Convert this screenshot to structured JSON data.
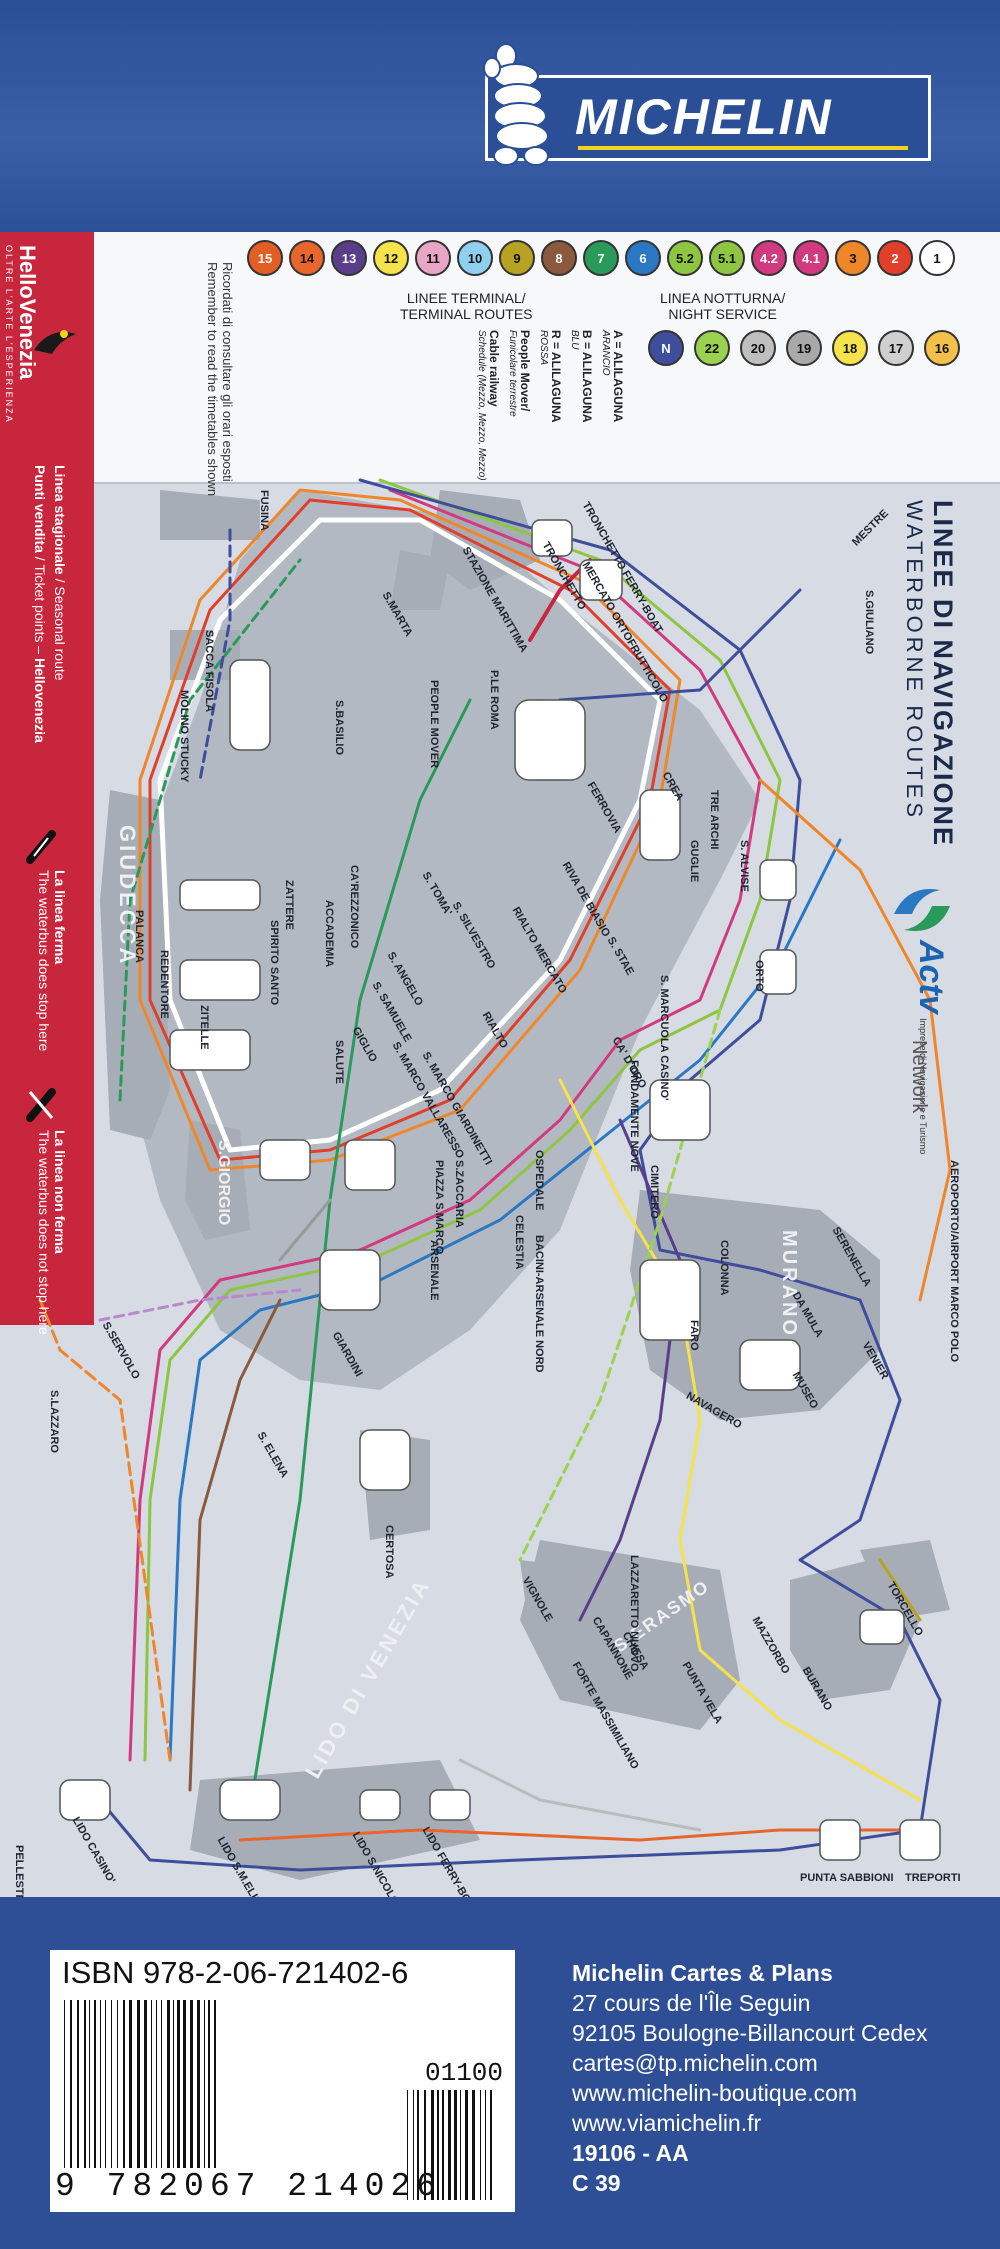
{
  "brand": {
    "name": "MICHELIN"
  },
  "map": {
    "title": "LINEE DI NAVIGAZIONE",
    "subtitle": "WATERBORNE ROUTES",
    "operator": "Actv",
    "operator_suffix": "Network",
    "operator_tagline": "Imprese di Navigazione e Turismo",
    "reminder_it": "Ricordati di consultare gli orari esposti",
    "reminder_en": "Remember to read the timetables shown",
    "terminal_label_it": "LINEE TERMINAL/",
    "terminal_label_en": "TERMINAL ROUTES",
    "night_label_it": "LINEA NOTTURNA/",
    "night_label_en": "NIGHT SERVICE",
    "line_badges_row1": [
      {
        "label": "1",
        "color": "#ffffff",
        "text": "#111111"
      },
      {
        "label": "2",
        "color": "#e0402a",
        "text": "#ffffff"
      },
      {
        "label": "3",
        "color": "#f0862a",
        "text": "#111111"
      },
      {
        "label": "4.1",
        "color": "#d13a7f",
        "text": "#ffffff"
      },
      {
        "label": "4.2",
        "color": "#d13a7f",
        "text": "#ffffff"
      },
      {
        "label": "5.1",
        "color": "#8ec641",
        "text": "#111111"
      },
      {
        "label": "5.2",
        "color": "#8ec641",
        "text": "#111111"
      },
      {
        "label": "6",
        "color": "#2b78c2",
        "text": "#ffffff"
      },
      {
        "label": "7",
        "color": "#2a9a5a",
        "text": "#ffffff"
      },
      {
        "label": "8",
        "color": "#8b5a3c",
        "text": "#ffffff"
      },
      {
        "label": "9",
        "color": "#b7a321",
        "text": "#111111"
      },
      {
        "label": "10",
        "color": "#8fd0ef",
        "text": "#111111"
      },
      {
        "label": "11",
        "color": "#e7a6c5",
        "text": "#111111"
      },
      {
        "label": "12",
        "color": "#f6e24b",
        "text": "#111111"
      },
      {
        "label": "13",
        "color": "#5a3e8c",
        "text": "#ffffff"
      },
      {
        "label": "14",
        "color": "#e8662c",
        "text": "#111111"
      },
      {
        "label": "15",
        "color": "#e35e24",
        "text": "#ffffff"
      }
    ],
    "line_badges_row2": [
      {
        "label": "16",
        "color": "#f3c14a",
        "text": "#111111"
      },
      {
        "label": "17",
        "color": "#cfcfcf",
        "text": "#111111"
      },
      {
        "label": "18",
        "color": "#f6e24b",
        "text": "#111111"
      },
      {
        "label": "19",
        "color": "#a9a9a9",
        "text": "#111111"
      },
      {
        "label": "20",
        "color": "#bfbfbf",
        "text": "#111111"
      },
      {
        "label": "22",
        "color": "#9bd24f",
        "text": "#111111"
      },
      {
        "label": "N",
        "color": "#3e4e9c",
        "text": "#ffffff"
      }
    ],
    "terminal_routes": [
      {
        "code": "A",
        "label": "A = ALILAGUNA",
        "sub": "ARANCIO"
      },
      {
        "code": "B",
        "label": "B = ALILAGUNA",
        "sub": "BLU"
      },
      {
        "code": "R",
        "label": "R = ALILAGUNA",
        "sub": "ROSSA"
      },
      {
        "code": "PM",
        "label": "People Mover/",
        "sub": "Funicolare terrestre"
      },
      {
        "code": "",
        "label": "Cable railway",
        "sub": "Schedule (Mezzo, Mezzo, Mezzo)"
      }
    ],
    "side_strip": {
      "brand": "HelloVenezia",
      "brand_sub": "OLTRE L'ARTE L'ESPERIENZA",
      "seasonal_it": "Linea stagionale",
      "seasonal_en": "Seasonal route",
      "points_it": "Punti vendita",
      "points_en": "Ticket points",
      "points_brand": "Hellovenezia",
      "stop_it": "La linea ferma",
      "stop_en": "The waterbus does stop here",
      "nostop_it": "La linea non ferma",
      "nostop_en": "The waterbus does not stop here"
    },
    "islands": [
      {
        "id": "giudecca",
        "label": "GIUDECCA"
      },
      {
        "id": "lido",
        "label": "LIDO DI VENEZIA"
      },
      {
        "id": "murano",
        "label": "MURANO"
      },
      {
        "id": "sgiorgio",
        "label": "S.GIORGIO"
      },
      {
        "id": "serasmo",
        "label": "S.ERASMO"
      }
    ],
    "stops": [
      {
        "id": "tronchetto-ferry",
        "label": "TRONCHETTO FERRY-BOAT"
      },
      {
        "id": "tronchetto",
        "label": "TRONCHETTO"
      },
      {
        "id": "mercato",
        "label": "MERCATO ORTOFRUTTICOLO"
      },
      {
        "id": "stazione",
        "label": "STAZIONE MARITTIMA"
      },
      {
        "id": "smarta",
        "label": "S.MARTA"
      },
      {
        "id": "mestre",
        "label": "MESTRE"
      },
      {
        "id": "sgiuliano",
        "label": "S.GIULIANO"
      },
      {
        "id": "fusina",
        "label": "FUSINA"
      },
      {
        "id": "sacca",
        "label": "SACCA FISOLA"
      },
      {
        "id": "molino",
        "label": "MOLINO STUCKY"
      },
      {
        "id": "sbasilio",
        "label": "S.BASILIO"
      },
      {
        "id": "proma",
        "label": "P.LE ROMA"
      },
      {
        "id": "people",
        "label": "PEOPLE MOVER"
      },
      {
        "id": "ferrovia",
        "label": "FERROVIA"
      },
      {
        "id": "crea",
        "label": "CREA"
      },
      {
        "id": "guglie",
        "label": "GUGLIE"
      },
      {
        "id": "tre-archi",
        "label": "TRE ARCHI"
      },
      {
        "id": "salvise",
        "label": "S. ALVISE"
      },
      {
        "id": "orto",
        "label": "ORTO"
      },
      {
        "id": "riva",
        "label": "RIVA DE BIASIO"
      },
      {
        "id": "sstae",
        "label": "S. STAE"
      },
      {
        "id": "smarcuola",
        "label": "S. MARCUOLA CASINO'"
      },
      {
        "id": "cadoro",
        "label": "CA' D'ORO"
      },
      {
        "id": "rialto-mercato",
        "label": "RIALTO MERCATO"
      },
      {
        "id": "rialto",
        "label": "RIALTO"
      },
      {
        "id": "stoma",
        "label": "S. TOMA'"
      },
      {
        "id": "ssilvestro",
        "label": "S. SILVESTRO"
      },
      {
        "id": "sangelo",
        "label": "S. ANGELO"
      },
      {
        "id": "ssamuele",
        "label": "S. SAMUELE"
      },
      {
        "id": "carezzonico",
        "label": "CA'REZZONICO"
      },
      {
        "id": "accademia",
        "label": "ACCADEMIA"
      },
      {
        "id": "zattere",
        "label": "ZATTERE"
      },
      {
        "id": "spirito",
        "label": "SPIRITO SANTO"
      },
      {
        "id": "salute",
        "label": "SALUTE"
      },
      {
        "id": "giglio",
        "label": "GIGLIO"
      },
      {
        "id": "smarco",
        "label": "S. MARCO VALLARESSO"
      },
      {
        "id": "giardinetti",
        "label": "S. MARCO GIARDINETTI"
      },
      {
        "id": "szaccaria",
        "label": "S.ZACCARIA"
      },
      {
        "id": "piazza",
        "label": "PIAZZA S.MARCO"
      },
      {
        "id": "arsenale",
        "label": "ARSENALE"
      },
      {
        "id": "palanca",
        "label": "PALANCA"
      },
      {
        "id": "redentore",
        "label": "REDENTORE"
      },
      {
        "id": "zitelle",
        "label": "ZITELLE"
      },
      {
        "id": "fondamente",
        "label": "FONDAMENTE NOVE"
      },
      {
        "id": "ospedale",
        "label": "OSPEDALE"
      },
      {
        "id": "celestia",
        "label": "CELESTIA"
      },
      {
        "id": "bacini",
        "label": "BACINI-ARSENALE NORD"
      },
      {
        "id": "cimitero",
        "label": "CIMITERO"
      },
      {
        "id": "colonna",
        "label": "COLONNA"
      },
      {
        "id": "faro",
        "label": "FARO"
      },
      {
        "id": "serenella",
        "label": "SERENELLA"
      },
      {
        "id": "damula",
        "label": "DA MULA"
      },
      {
        "id": "venier",
        "label": "VENIER"
      },
      {
        "id": "museo",
        "label": "MUSEO"
      },
      {
        "id": "navagero",
        "label": "NAVAGERO"
      },
      {
        "id": "aeroporto",
        "label": "AEROPORTO/AIRPORT MARCO POLO"
      },
      {
        "id": "sservolo",
        "label": "S.SERVOLO"
      },
      {
        "id": "slazzaro",
        "label": "S.LAZZARO"
      },
      {
        "id": "giardini",
        "label": "GIARDINI"
      },
      {
        "id": "selena",
        "label": "S. ELENA"
      },
      {
        "id": "certosa",
        "label": "CERTOSA"
      },
      {
        "id": "vignole",
        "label": "VIGNOLE"
      },
      {
        "id": "lazzaretto",
        "label": "LAZZARETTO NUOVO"
      },
      {
        "id": "capannone",
        "label": "CAPANNONE"
      },
      {
        "id": "chiesa",
        "label": "CHIESA"
      },
      {
        "id": "punta-vela",
        "label": "PUNTA VELA"
      },
      {
        "id": "forte",
        "label": "FORTE MASSIMILIANO"
      },
      {
        "id": "mazzorbo",
        "label": "MAZZORBO"
      },
      {
        "id": "burano",
        "label": "BURANO"
      },
      {
        "id": "torcello",
        "label": "TORCELLO"
      },
      {
        "id": "punta-sabbioni",
        "label": "PUNTA SABBIONI"
      },
      {
        "id": "treporti",
        "label": "TREPORTI"
      },
      {
        "id": "lido-sme",
        "label": "LIDO S.M.ELISABETTA"
      },
      {
        "id": "lido-nicolo",
        "label": "LIDO S.NICOLO'"
      },
      {
        "id": "lido-ferry",
        "label": "LIDO FERRY-BOAT"
      },
      {
        "id": "lido-casino",
        "label": "LIDO CASINO'"
      },
      {
        "id": "pellestrina",
        "label": "PELLESTRINA CHIOGGIA"
      }
    ]
  },
  "publisher": {
    "name": "Michelin Cartes & Plans",
    "address1": "27 cours de l'Île Seguin",
    "address2": "92105 Boulogne-Billancourt Cedex",
    "email": "cartes@tp.michelin.com",
    "web1": "www.michelin-boutique.com",
    "web2": "www.viamichelin.fr",
    "code1": "19106 - AA",
    "code2": "C 39"
  },
  "barcode": {
    "isbn": "ISBN 978-2-06-721402-6",
    "digits": "9 782067 214026",
    "addon": "01100"
  },
  "colors": {
    "cover_blue": "#2c4f96",
    "michelin_yellow": "#f2d21c",
    "side_red": "#c8263c",
    "map_gray": "#d6dbe4",
    "island_gray": "#a7adb7"
  }
}
